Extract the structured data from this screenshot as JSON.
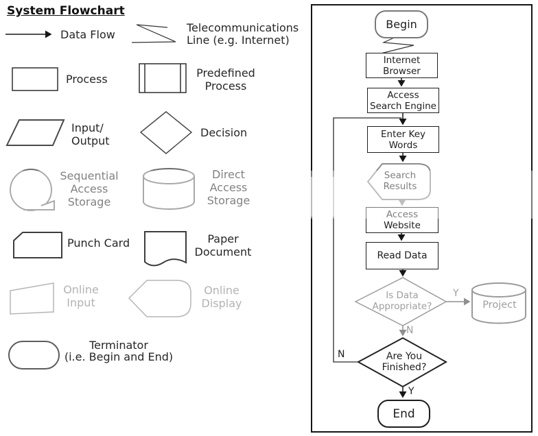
{
  "title": "System Flowchart",
  "legend": {
    "data_flow": {
      "label": "Data Flow"
    },
    "telecom": {
      "lines": [
        "Telecommunications",
        "Line (e.g. Internet)"
      ]
    },
    "process": {
      "label": "Process"
    },
    "predefined": {
      "lines": [
        "Predefined",
        "Process"
      ]
    },
    "input_output": {
      "lines": [
        "Input/",
        "Output"
      ]
    },
    "decision": {
      "label": "Decision"
    },
    "sequential": {
      "lines": [
        "Sequential",
        "Access",
        "Storage"
      ]
    },
    "direct": {
      "lines": [
        "Direct",
        "Access",
        "Storage"
      ]
    },
    "punch_card": {
      "label": "Punch Card"
    },
    "paper_document": {
      "lines": [
        "Paper",
        "Document"
      ]
    },
    "online_input": {
      "lines": [
        "Online",
        "Input"
      ]
    },
    "online_display": {
      "lines": [
        "Online",
        "Display"
      ]
    },
    "terminator": {
      "lines": [
        "Terminator",
        "(i.e. Begin and End)"
      ]
    }
  },
  "flowchart": {
    "begin": "Begin",
    "internet_browser": {
      "lines": [
        "Internet",
        "Browser"
      ]
    },
    "access_search_engine": {
      "lines": [
        "Access",
        "Search Engine"
      ]
    },
    "enter_key_words": {
      "lines": [
        "Enter Key",
        "Words"
      ]
    },
    "search_results": {
      "lines": [
        "Search",
        "Results"
      ]
    },
    "access_website": {
      "lines": [
        "Access",
        "Website"
      ]
    },
    "read_data": "Read Data",
    "is_data_appropriate": {
      "lines": [
        "Is Data",
        "Appropriate?"
      ]
    },
    "project": "Project",
    "are_you_finished": {
      "lines": [
        "Are You",
        "Finished?"
      ]
    },
    "end": "End",
    "labels": {
      "is_data_yes": "Y",
      "is_data_no": "N",
      "finished_no": "N",
      "finished_yes": "Y"
    }
  },
  "colors": {
    "ink": "#1a1a1a",
    "gray_stroke": "#999999",
    "light_gray": "#b3b3b3"
  }
}
